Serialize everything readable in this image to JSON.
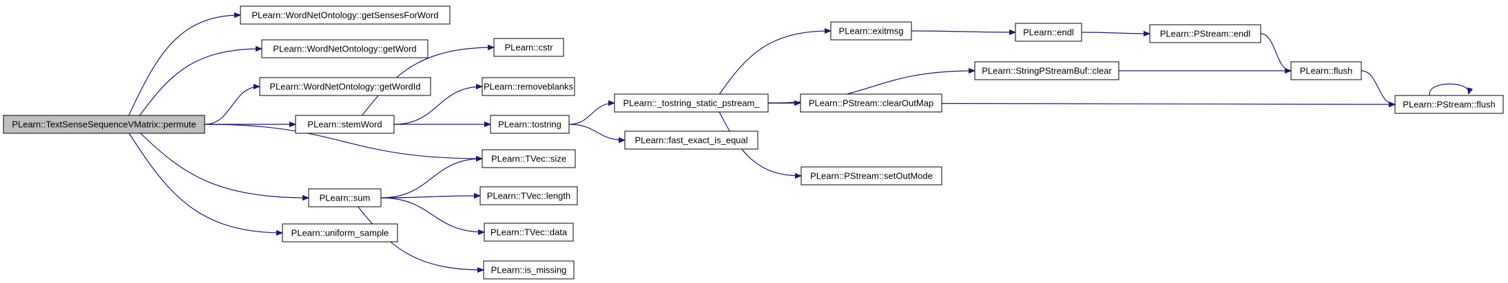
{
  "diagram": {
    "nodes": [
      {
        "id": "permute",
        "label": "PLearn::TextSenseSequenceVMatrix::permute",
        "root": true
      },
      {
        "id": "getSensesForWord",
        "label": "PLearn::WordNetOntology::getSensesForWord"
      },
      {
        "id": "getWord",
        "label": "PLearn::WordNetOntology::getWord"
      },
      {
        "id": "getWordId",
        "label": "PLearn::WordNetOntology::getWordId"
      },
      {
        "id": "stemWord",
        "label": "PLearn::stemWord"
      },
      {
        "id": "cstr",
        "label": "PLearn::cstr"
      },
      {
        "id": "removeblanks",
        "label": "PLearn::removeblanks"
      },
      {
        "id": "tostring",
        "label": "PLearn::tostring"
      },
      {
        "id": "tvec_size",
        "label": "PLearn::TVec::size"
      },
      {
        "id": "sum",
        "label": "PLearn::sum"
      },
      {
        "id": "tvec_length",
        "label": "PLearn::TVec::length"
      },
      {
        "id": "tvec_data",
        "label": "PLearn::TVec::data"
      },
      {
        "id": "is_missing",
        "label": "PLearn::is_missing"
      },
      {
        "id": "uniform_sample",
        "label": "PLearn::uniform_sample"
      },
      {
        "id": "tostring_static",
        "label": "PLearn::_tostring_static_pstream_"
      },
      {
        "id": "fast_exact",
        "label": "PLearn::fast_exact_is_equal"
      },
      {
        "id": "exitmsg",
        "label": "PLearn::exitmsg"
      },
      {
        "id": "clearOutMap",
        "label": "PLearn::PStream::clearOutMap"
      },
      {
        "id": "setOutMode",
        "label": "PLearn::PStream::setOutMode"
      },
      {
        "id": "endl",
        "label": "PLearn::endl"
      },
      {
        "id": "pstream_endl",
        "label": "PLearn::PStream::endl"
      },
      {
        "id": "spsb_clear",
        "label": "PLearn::StringPStreamBuf::clear"
      },
      {
        "id": "flush",
        "label": "PLearn::flush"
      },
      {
        "id": "pstream_flush",
        "label": "PLearn::PStream::flush"
      }
    ],
    "edges": [
      [
        "permute",
        "getSensesForWord"
      ],
      [
        "permute",
        "getWord"
      ],
      [
        "permute",
        "getWordId"
      ],
      [
        "permute",
        "stemWord"
      ],
      [
        "permute",
        "tvec_size"
      ],
      [
        "permute",
        "sum"
      ],
      [
        "permute",
        "uniform_sample"
      ],
      [
        "stemWord",
        "cstr"
      ],
      [
        "stemWord",
        "removeblanks"
      ],
      [
        "stemWord",
        "tostring"
      ],
      [
        "sum",
        "tvec_size"
      ],
      [
        "sum",
        "tvec_length"
      ],
      [
        "sum",
        "tvec_data"
      ],
      [
        "sum",
        "is_missing"
      ],
      [
        "tostring",
        "tostring_static"
      ],
      [
        "tostring",
        "fast_exact"
      ],
      [
        "tostring_static",
        "exitmsg"
      ],
      [
        "tostring_static",
        "spsb_clear"
      ],
      [
        "tostring_static",
        "clearOutMap"
      ],
      [
        "tostring_static",
        "pstream_flush"
      ],
      [
        "tostring_static",
        "setOutMode"
      ],
      [
        "exitmsg",
        "endl"
      ],
      [
        "endl",
        "pstream_endl"
      ],
      [
        "pstream_endl",
        "flush"
      ],
      [
        "spsb_clear",
        "flush"
      ],
      [
        "flush",
        "pstream_flush"
      ],
      [
        "pstream_flush",
        "pstream_flush"
      ]
    ]
  }
}
